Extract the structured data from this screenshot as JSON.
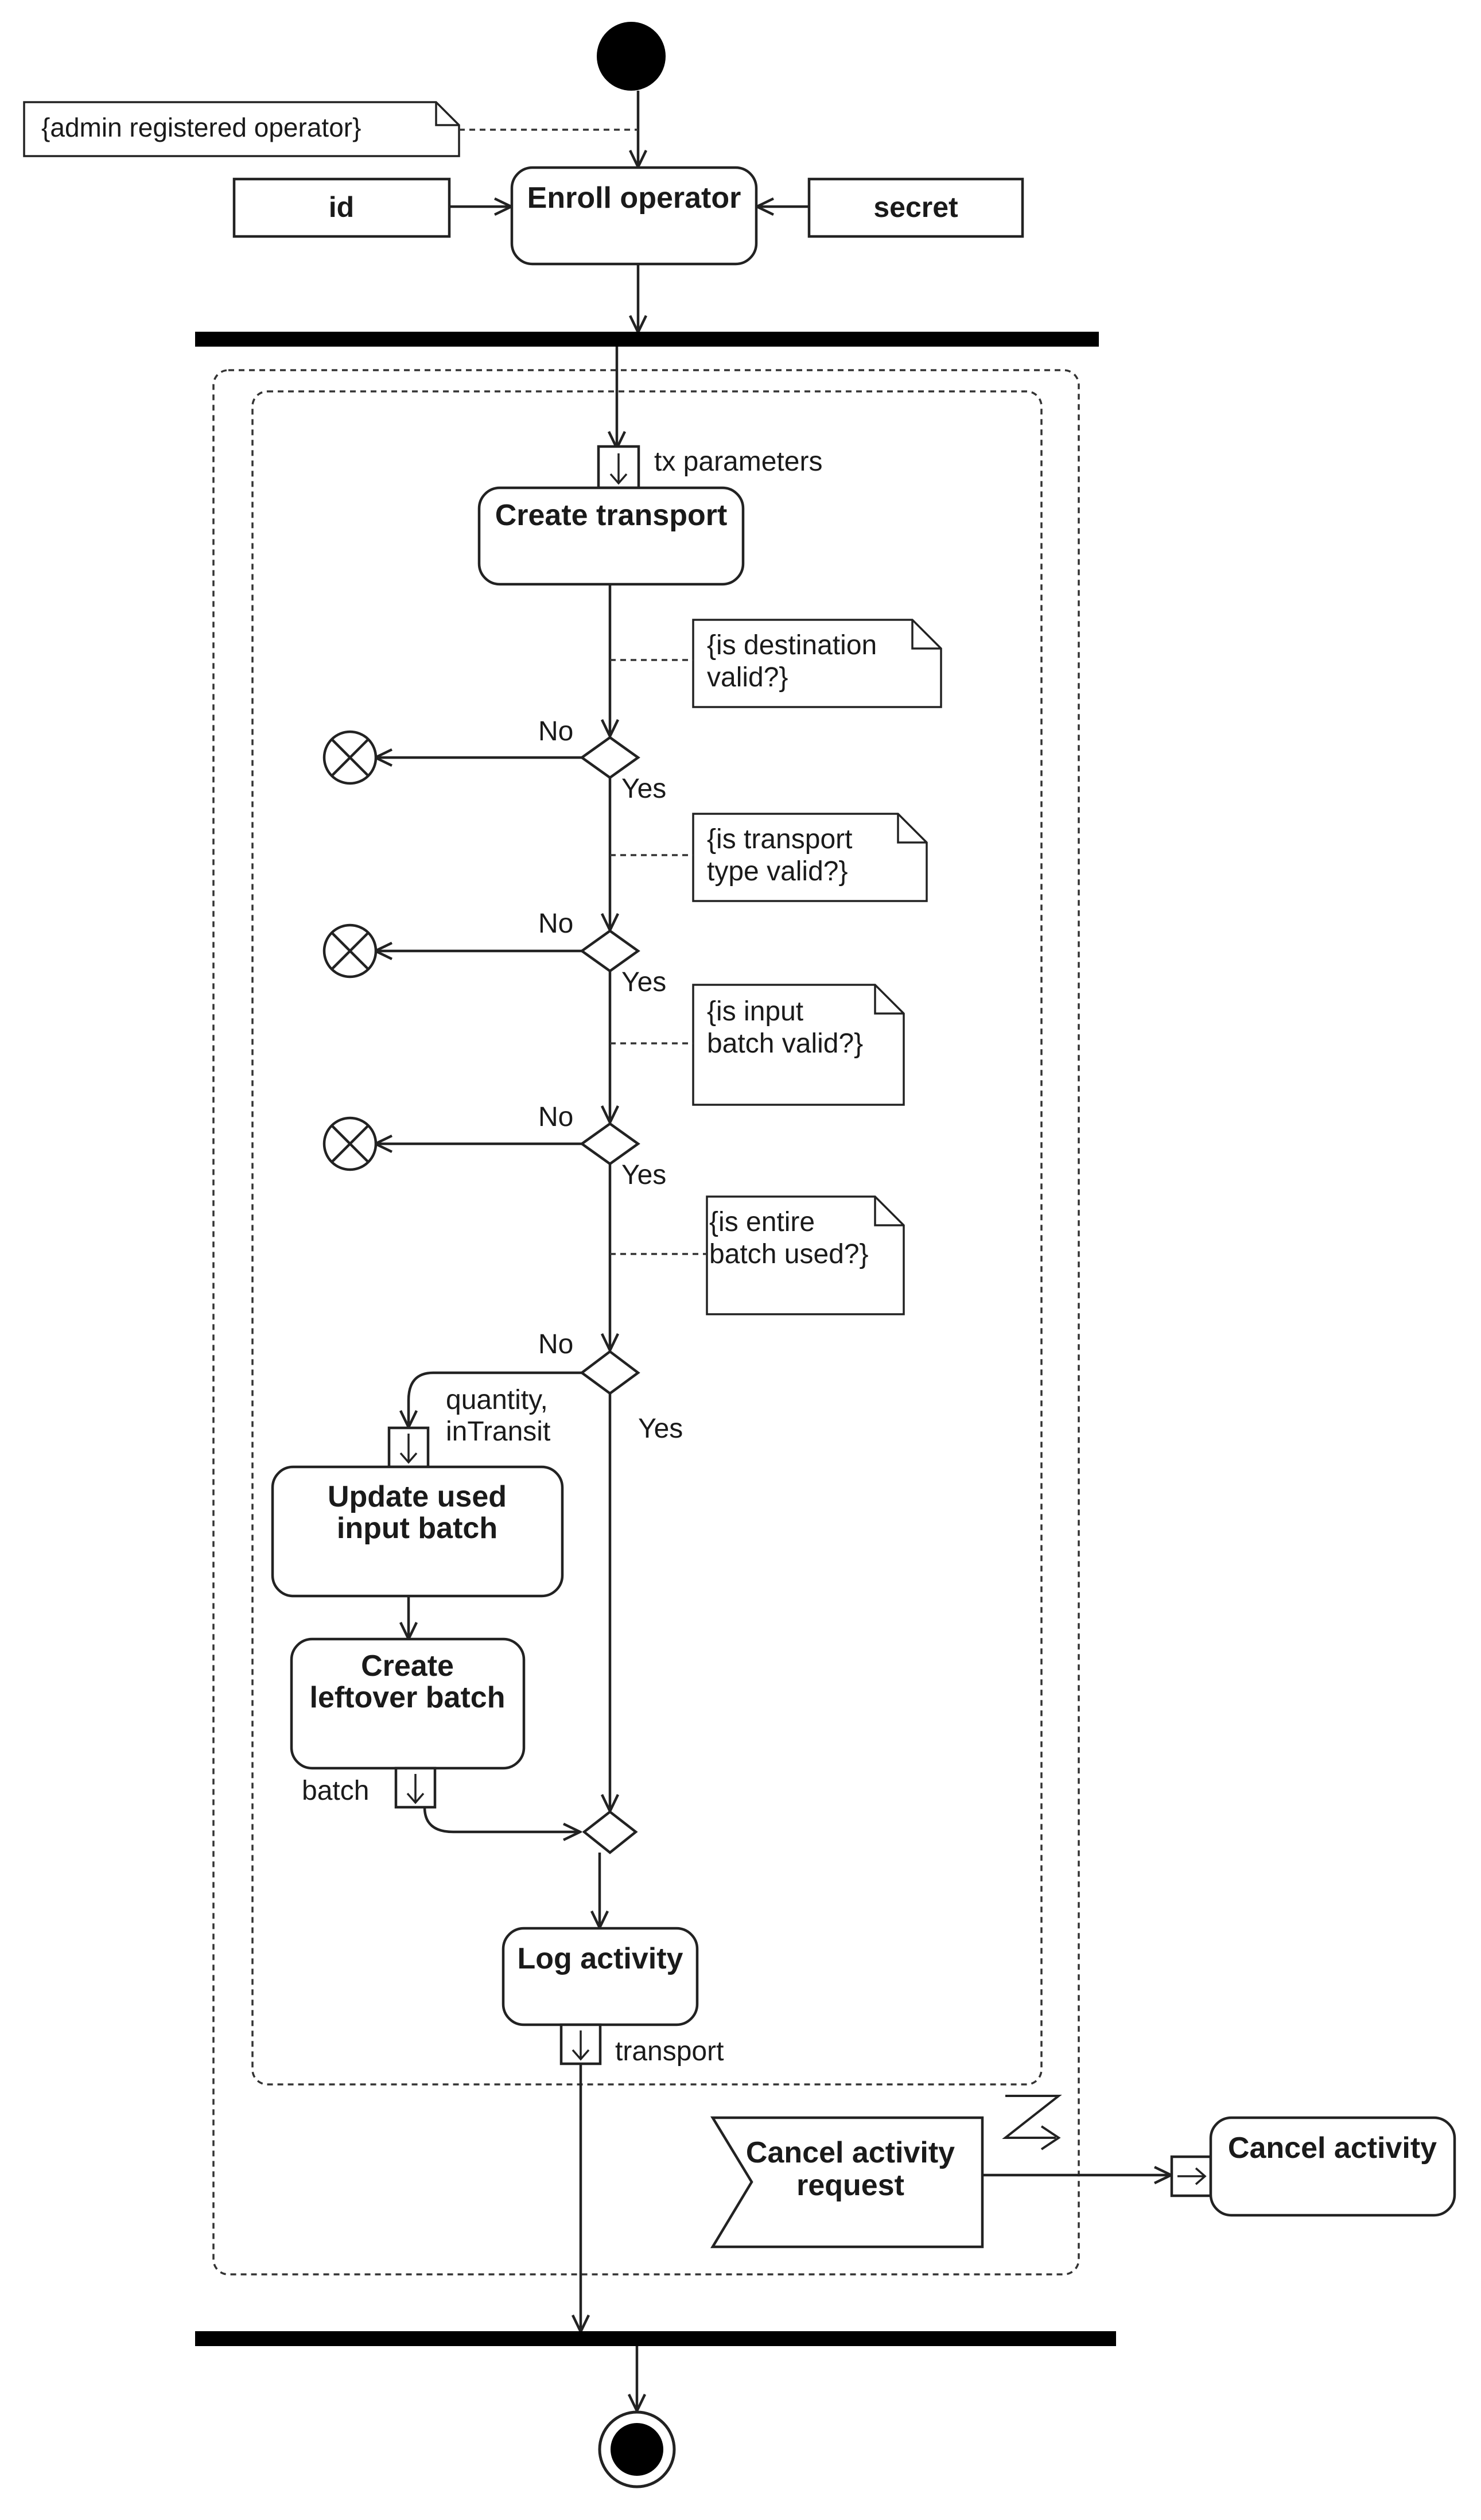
{
  "diagram": {
    "notes": {
      "admin_registered": "{admin registered operator}",
      "dest_line1": "{is destination",
      "dest_line2": "valid?}",
      "type_line1": "{is transport",
      "type_line2": "type valid?}",
      "input_line1": "{is input",
      "input_line2": "batch valid?}",
      "entire_line1": "{is entire",
      "entire_line2": "batch used?}"
    },
    "objects": {
      "id": "id",
      "secret": "secret"
    },
    "actions": {
      "enroll": "Enroll operator",
      "create_transport": "Create transport",
      "update_line1": "Update used",
      "update_line2": "input batch",
      "leftover_line1": "Create",
      "leftover_line2": "leftover batch",
      "log": "Log activity",
      "cancel": "Cancel activity"
    },
    "signal": {
      "line1": "Cancel activity",
      "line2": "request"
    },
    "pins": {
      "tx_parameters": "tx parameters",
      "quantity": "quantity,",
      "in_transit": "inTransit",
      "batch": "batch",
      "transport": "transport"
    },
    "guards": {
      "no": "No",
      "yes": "Yes"
    },
    "colors": {
      "stroke": "#222222",
      "bar": "#000000"
    }
  }
}
